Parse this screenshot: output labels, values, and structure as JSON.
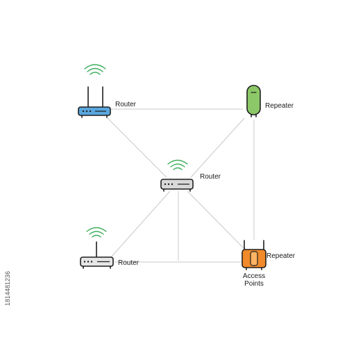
{
  "diagram": {
    "nodes": [
      {
        "id": "router-top-left",
        "kind": "router",
        "label": "Router",
        "color": "#5aa7de"
      },
      {
        "id": "repeater-top-right",
        "kind": "repeater",
        "label": "Repeater",
        "color": "#8cc868"
      },
      {
        "id": "router-center",
        "kind": "router",
        "label": "Router",
        "color": "#9a9a9a"
      },
      {
        "id": "router-bottom-left",
        "kind": "router",
        "label": "Router",
        "color": "#b5b5b5"
      },
      {
        "id": "repeater-bottom-right",
        "kind": "repeater",
        "label": "Repeater",
        "sublabel_line1": "Access",
        "sublabel_line2": "Points",
        "color": "#f08a2a"
      }
    ],
    "edges": [
      {
        "from": "router-top-left",
        "to": "repeater-top-right"
      },
      {
        "from": "router-top-left",
        "to": "router-center"
      },
      {
        "from": "repeater-top-right",
        "to": "router-center"
      },
      {
        "from": "repeater-top-right",
        "to": "repeater-bottom-right"
      },
      {
        "from": "router-center",
        "to": "router-bottom-left"
      },
      {
        "from": "router-center",
        "to": "repeater-bottom-right"
      },
      {
        "from": "router-bottom-left",
        "to": "repeater-bottom-right"
      }
    ]
  },
  "colors": {
    "wifi_waves": "#3fae5d",
    "links": "#c9c9c9",
    "outline": "#1e1e1e"
  },
  "side_code": "1814481236"
}
